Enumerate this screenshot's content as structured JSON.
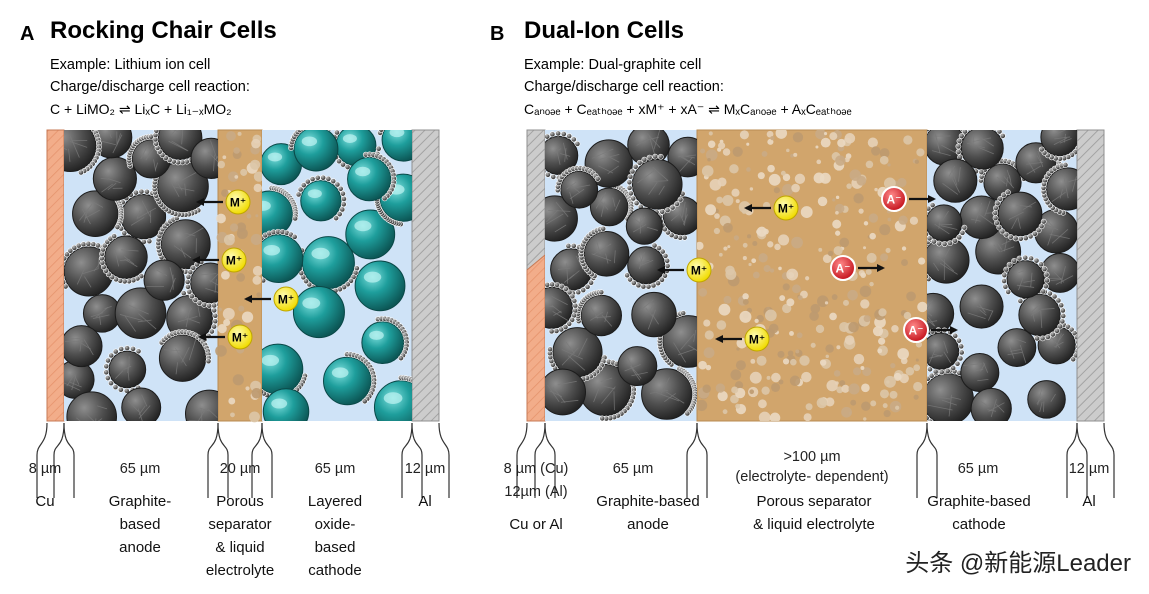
{
  "panel_a": {
    "letter": "A",
    "title": "Rocking Chair Cells",
    "example": "Example: Lithium ion cell",
    "reaction_label": "Charge/discharge cell reaction:",
    "reaction": "C + LiMO₂ ⇌ LiₓC + Li₁₋ₓMO₂",
    "ion": "M⁺",
    "columns": [
      {
        "thickness": "8 µm",
        "label": [
          "Cu"
        ]
      },
      {
        "thickness": "65 µm",
        "label": [
          "Graphite-",
          "based",
          "anode"
        ]
      },
      {
        "thickness": "20 µm",
        "label": [
          "Porous",
          "separator",
          "& liquid",
          "electrolyte"
        ]
      },
      {
        "thickness": "65 µm",
        "label": [
          "Layered",
          "oxide-",
          "based",
          "cathode"
        ]
      },
      {
        "thickness": "12 µm",
        "label": [
          "Al"
        ]
      }
    ]
  },
  "panel_b": {
    "letter": "B",
    "title": "Dual-Ion Cells",
    "example": "Example: Dual-graphite cell",
    "reaction_label": "Charge/discharge cell reaction:",
    "reaction": "Cₐₙₒₔₑ + Cₑₐₜₕₒₔₑ + xM⁺ + xA⁻ ⇌ MₓCₐₙₒₔₑ + AₓCₑₐₜₕₒₔₑ",
    "cation": "M⁺",
    "anion": "A⁻",
    "columns": [
      {
        "thickness": [
          "8 µm (Cu)",
          "12µm (Al)"
        ],
        "label": [
          "Cu or Al"
        ]
      },
      {
        "thickness": [
          "65 µm"
        ],
        "label": [
          "Graphite-based",
          "anode"
        ]
      },
      {
        "thickness": [
          ">100 µm",
          "(electrolyte- dependent)"
        ],
        "label": [
          "Porous separator",
          "& liquid electrolyte"
        ]
      },
      {
        "thickness": [
          "65 µm"
        ],
        "label": [
          "Graphite-based",
          "cathode"
        ]
      },
      {
        "thickness": [
          "12 µm"
        ],
        "label": [
          "Al"
        ]
      }
    ]
  },
  "watermark": "头条 @新能源Leader",
  "colors": {
    "copper": "#f0a882",
    "aluminum": "#c9c9c9",
    "electrolyte": "#cfe3f7",
    "separator": "#d1a56c",
    "graphite": "#595959",
    "oxide": "#1d9c9a",
    "cation": "#fbee1a",
    "anion": "#d9202a"
  }
}
